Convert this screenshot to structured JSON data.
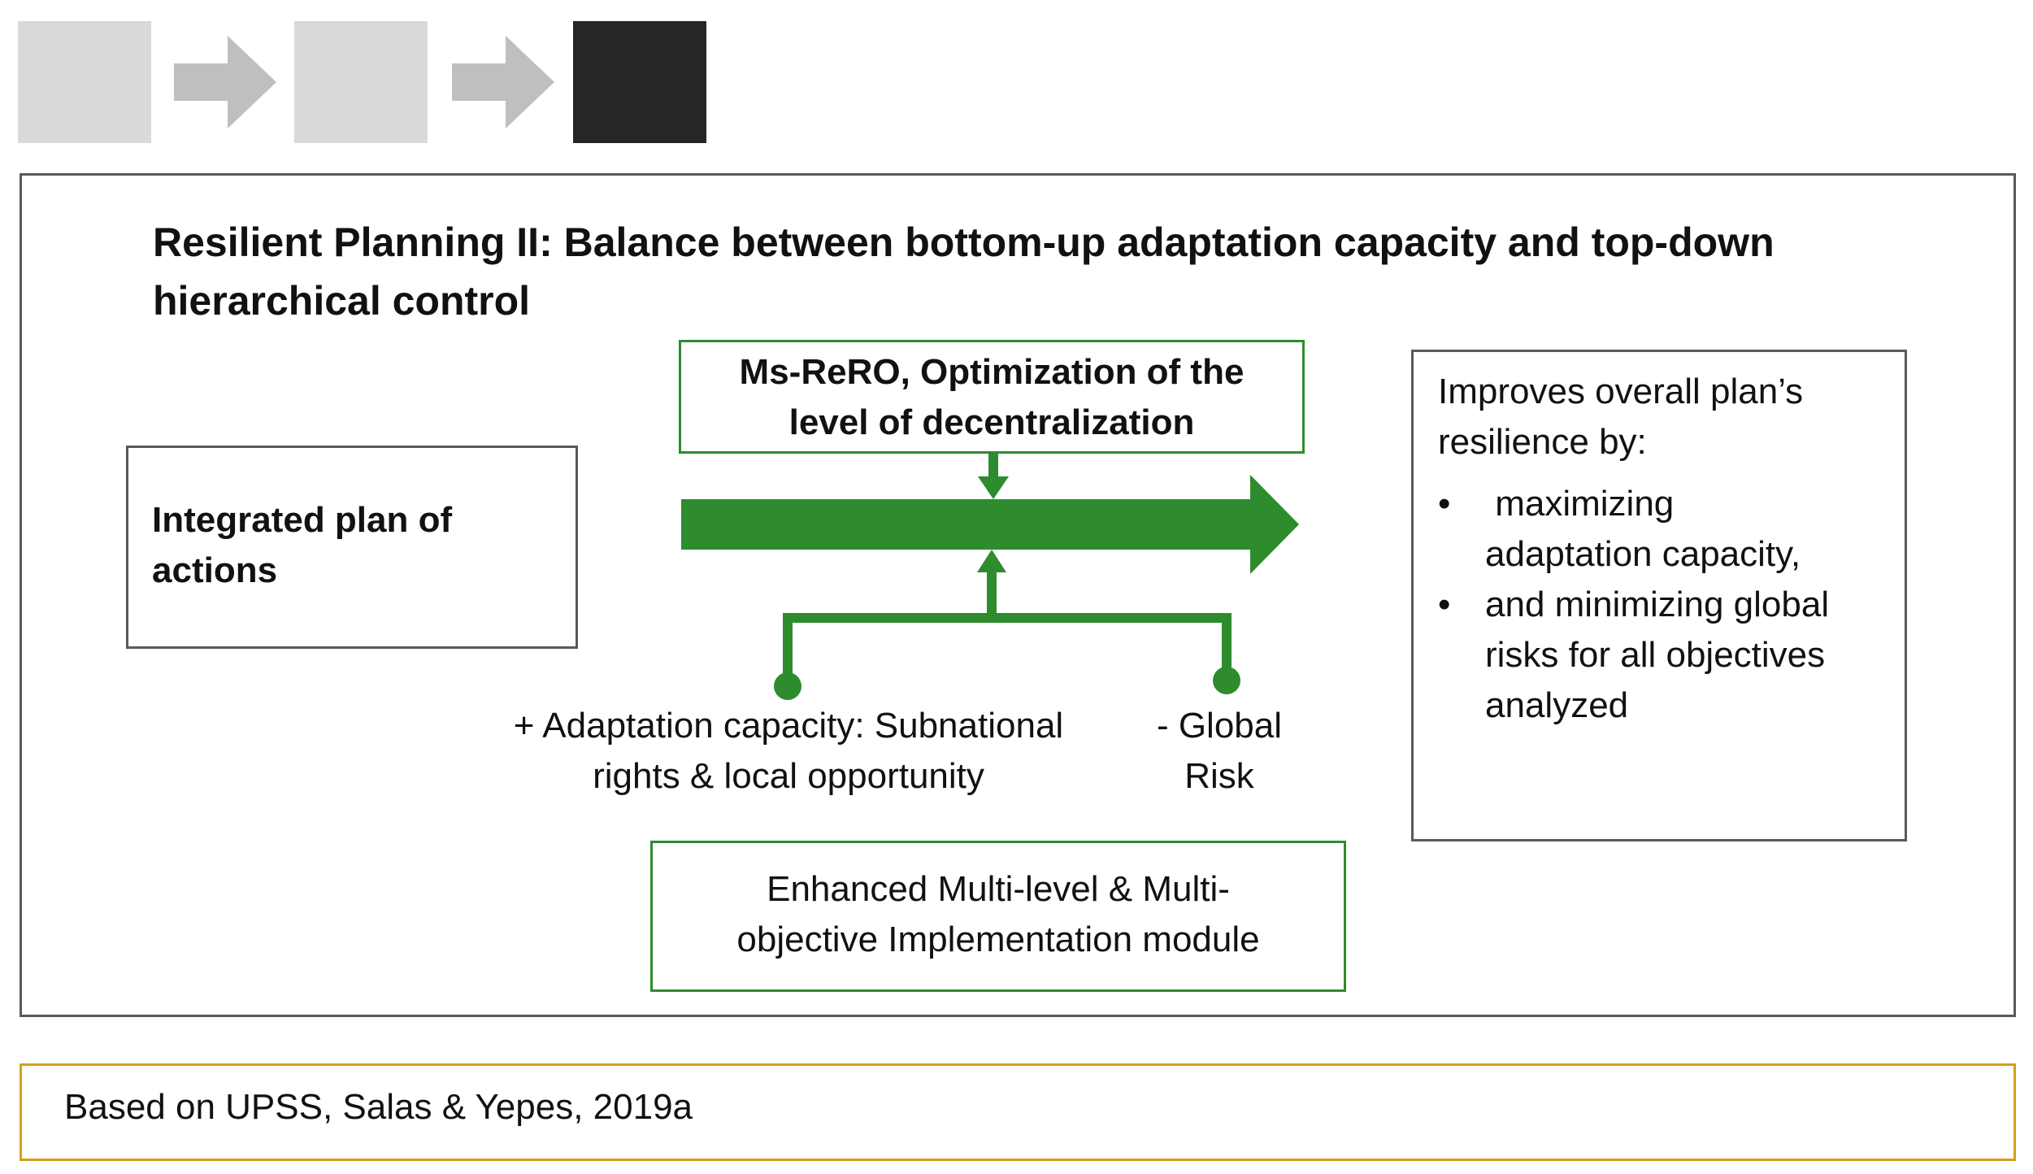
{
  "colors": {
    "step_inactive": "#d9d9d9",
    "step_arrow": "#bfbfbf",
    "step_active": "#262626",
    "flow_green": "#2e8b2e",
    "panel_border": "#595959",
    "source_border": "#d4a017"
  },
  "progress": {
    "current_step": 3,
    "total_steps": 3
  },
  "title": "Resilient Planning II: Balance between bottom-up adaptation capacity and top-down hierarchical control",
  "integrated_plan": "Integrated plan  of actions",
  "msrero": {
    "line1": "Ms-ReRO, Optimization of the",
    "line2": "level of decentralization"
  },
  "inputs": {
    "adaptation": {
      "line1": "+ Adaptation capacity: Subnational",
      "line2": "rights & local opportunity"
    },
    "risk": {
      "line1": "- Global",
      "line2": "Risk"
    }
  },
  "module": {
    "line1": "Enhanced Multi-level & Multi-",
    "line2": "objective  Implementation module"
  },
  "outcome": {
    "intro_line1": "Improves overall plan’s",
    "intro_line2": "resilience by:",
    "bullet_char": "•",
    "bullets": [
      {
        "line1": " maximizing",
        "line2": "adaptation capacity,"
      },
      {
        "line1": "and minimizing global",
        "line2": "risks for all objectives",
        "line3": "analyzed"
      }
    ]
  },
  "source": "Based on UPSS, Salas & Yepes, 2019a"
}
